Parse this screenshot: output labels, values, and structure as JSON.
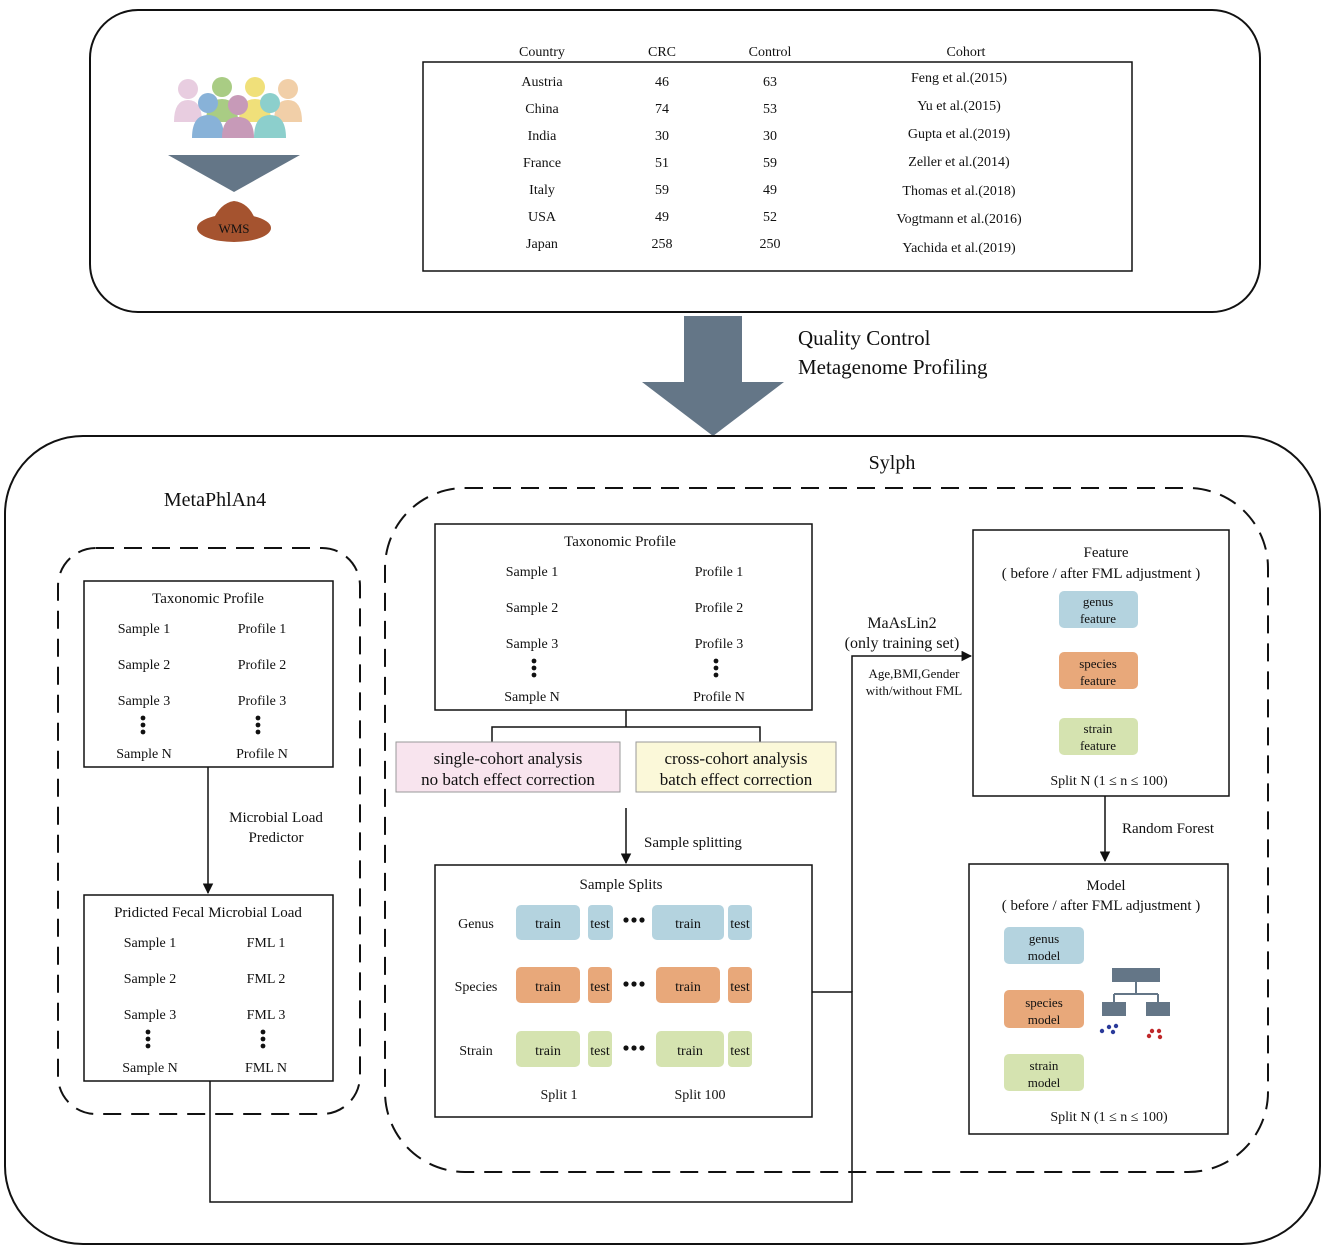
{
  "wms_label": "WMS",
  "cohort_table": {
    "headers": [
      "Country",
      "CRC",
      "Control",
      "Cohort"
    ],
    "rows": [
      [
        "Austria",
        "46",
        "63",
        "Feng et al.(2015)"
      ],
      [
        "China",
        "74",
        "53",
        "Yu et al.(2015)"
      ],
      [
        "India",
        "30",
        "30",
        "Gupta et al.(2019)"
      ],
      [
        "France",
        "51",
        "59",
        "Zeller et al.(2014)"
      ],
      [
        "Italy",
        "59",
        "49",
        "Thomas et al.(2018)"
      ],
      [
        "USA",
        "49",
        "52",
        "Vogtmann et al.(2016)"
      ],
      [
        "Japan",
        "258",
        "250",
        "Yachida et al.(2019)"
      ]
    ]
  },
  "qc_arrow": {
    "line1": "Quality Control",
    "line2": "Metagenome Profiling"
  },
  "metaphlan": {
    "title": "MetaPhlAn4",
    "taxonomic_profile": {
      "title": "Taxonomic Profile",
      "samples": [
        "Sample 1",
        "Sample 2",
        "Sample 3",
        "Sample N"
      ],
      "profiles": [
        "Profile 1",
        "Profile 2",
        "Profile 3",
        "Profile N"
      ]
    },
    "predictor_label": {
      "line1": "Microbial Load",
      "line2": "Predictor"
    },
    "fml": {
      "title": "Pridicted Fecal Microbial Load",
      "samples": [
        "Sample 1",
        "Sample 2",
        "Sample 3",
        "Sample N"
      ],
      "values": [
        "FML 1",
        "FML 2",
        "FML 3",
        "FML N"
      ]
    }
  },
  "sylph": {
    "title": "Sylph",
    "taxonomic_profile": {
      "title": "Taxonomic Profile",
      "samples": [
        "Sample 1",
        "Sample 2",
        "Sample 3",
        "Sample N"
      ],
      "profiles": [
        "Profile 1",
        "Profile 2",
        "Profile 3",
        "Profile N"
      ]
    },
    "single_cohort": {
      "line1": "single-cohort analysis",
      "line2": "no batch effect correction"
    },
    "cross_cohort": {
      "line1": "cross-cohort analysis",
      "line2": "batch effect correction"
    },
    "sample_splitting_label": "Sample splitting",
    "sample_splits": {
      "title": "Sample Splits",
      "rows": [
        "Genus",
        "Species",
        "Strain"
      ],
      "train": "train",
      "test": "test",
      "split_labels": [
        "Split 1",
        "Split 100"
      ]
    }
  },
  "maaslin": {
    "line1": "MaAsLin2",
    "line2": "(only training set)",
    "line3": "Age,BMI,Gender",
    "line4": "with/without FML"
  },
  "feature_box": {
    "title": "Feature",
    "subtitle": "( before / after FML adjustment )",
    "items": [
      {
        "line1": "genus",
        "line2": "feature"
      },
      {
        "line1": "species",
        "line2": "feature"
      },
      {
        "line1": "strain",
        "line2": "feature"
      }
    ],
    "split": "Split N (1 ≤ n ≤ 100)"
  },
  "random_forest_label": "Random Forest",
  "model_box": {
    "title": "Model",
    "subtitle": "( before / after FML adjustment )",
    "items": [
      {
        "line1": "genus",
        "line2": "model"
      },
      {
        "line1": "species",
        "line2": "model"
      },
      {
        "line1": "strain",
        "line2": "model"
      }
    ],
    "split": "Split N (1 ≤ n ≤ 100)"
  },
  "colors": {
    "blue": "#b4d3df",
    "orange": "#e8a87a",
    "green": "#d5e3b0",
    "pink": "#f8e4ee",
    "yellow": "#fbf8d9",
    "arrow": "#647687",
    "wms": "#a5532f"
  }
}
